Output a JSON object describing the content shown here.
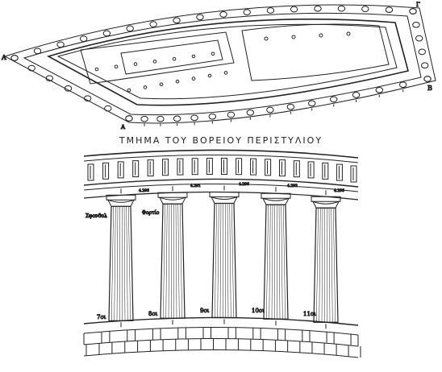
{
  "caption": "ΤΜΗΜΑ ΤΟΥ ΒΟΡΕΙΟΥ ΠΕΡΙΣΤΥΛΙΟΥ",
  "plan": {
    "corner_left": "A",
    "corner_right": "B",
    "corner_top_right": "Γ",
    "corner_bottom": "A"
  },
  "column_labels": [
    "7οι",
    "8οι",
    "9οι",
    "10οι",
    "11οι"
  ],
  "side_notes": [
    "Σφονδυλ",
    "Φορτίο"
  ],
  "dimension_marks": [
    "4.296",
    "4.291",
    "4.296",
    "4.293",
    "4.296"
  ],
  "colors": {
    "ink": "#222222",
    "paper": "#ffffff"
  }
}
